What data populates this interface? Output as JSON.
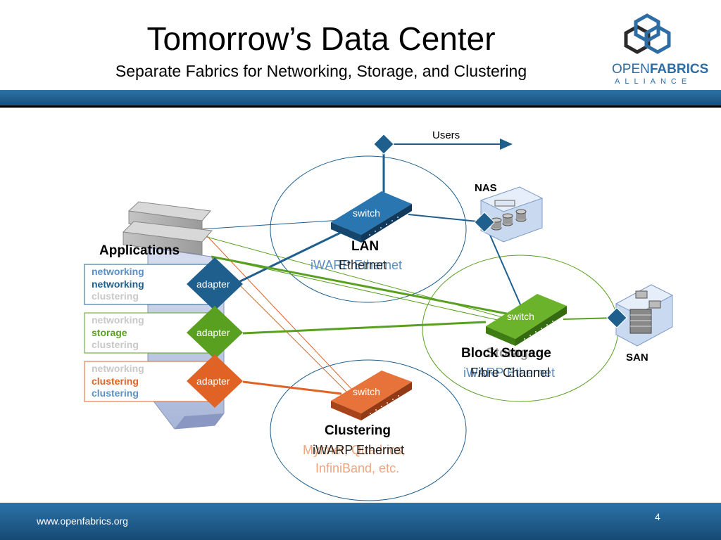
{
  "header": {
    "title": "Tomorrow’s Data Center",
    "subtitle": "Separate Fabrics for Networking, Storage, and Clustering",
    "logo_word_a": "OPEN",
    "logo_word_b": "FABRICS",
    "logo_alliance": "ALLIANCE"
  },
  "diagram": {
    "users_label": "Users",
    "nas_label": "NAS",
    "san_label": "SAN",
    "applications_label": "Applications",
    "lan": {
      "switch": "switch",
      "title": "LAN",
      "tech": "iWARP Ethernet",
      "tech_overlap": "Ethernet"
    },
    "storage": {
      "switch": "switch",
      "title": "Block Storage",
      "title_ghost": "Storage",
      "tech_ghost": "iWARP Ethernet",
      "tech": "Fibre Channel"
    },
    "clustering": {
      "switch": "switch",
      "title": "Clustering",
      "tech": "iWARP Ethernet",
      "tech_ghost": "Myrinet, Quadrics,",
      "tech2": "InfiniBand, etc."
    },
    "panels": [
      {
        "lines": [
          "networking",
          "networking",
          "clustering"
        ],
        "adapter": "adapter"
      },
      {
        "lines": [
          "networking",
          "storage",
          "clustering"
        ],
        "adapter": "adapter"
      },
      {
        "lines": [
          "networking",
          "clustering",
          "clustering"
        ],
        "adapter": "adapter"
      }
    ],
    "colors": {
      "lan": "#1e5f8e",
      "storage": "#5aa020",
      "clustering": "#e06224",
      "bar": "#1d5b8c"
    }
  },
  "footer": {
    "url": "www.openfabrics.org",
    "page": "4"
  }
}
